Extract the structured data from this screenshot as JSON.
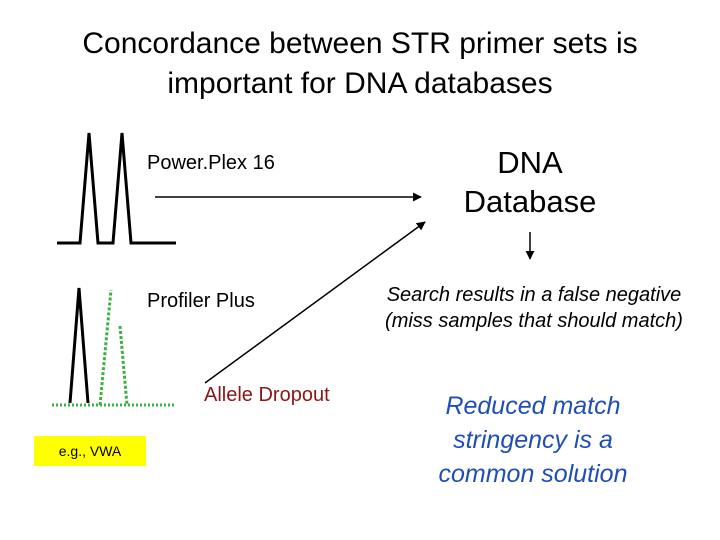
{
  "title": {
    "line1": "Concordance between STR primer sets is",
    "line2": "important for DNA databases"
  },
  "kits": {
    "powerplex": "Power.Plex 16",
    "profiler": "Profiler Plus"
  },
  "allele_dropout": "Allele Dropout",
  "database": {
    "line1": "DNA",
    "line2": "Database"
  },
  "search_result": "Search results in a false negative (miss samples that should match)",
  "solution": {
    "line1": "Reduced match",
    "line2": "stringency is a",
    "line3": "common solution"
  },
  "example_badge": "e.g., VWA",
  "colors": {
    "dropout_trace": "#3cb043",
    "allele_dropout_text": "#8b1616",
    "solution_text": "#1f4fb4",
    "badge_bg": "#ffff00"
  }
}
